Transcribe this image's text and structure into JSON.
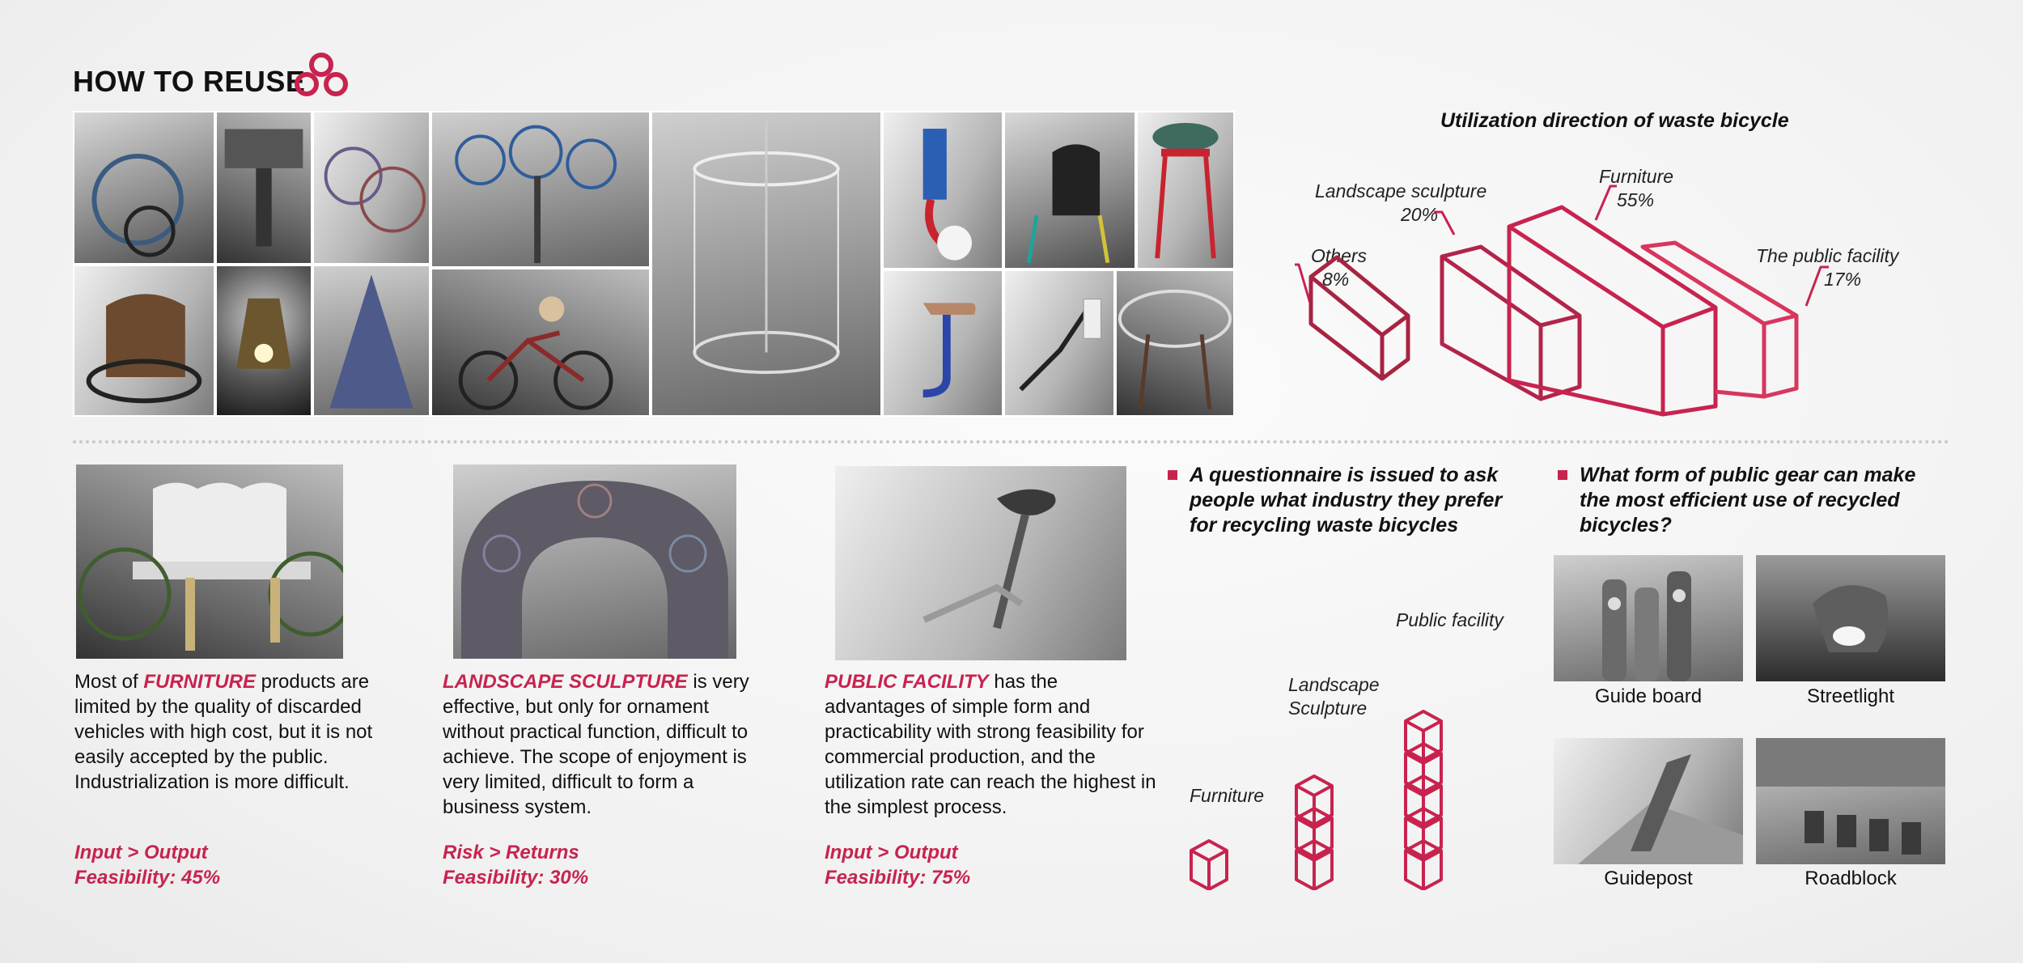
{
  "header": {
    "title": "HOW TO REUSE"
  },
  "chart": {
    "title": "Utilization direction of waste bicycle",
    "segments": [
      {
        "name": "Landscape sculpture",
        "value": "20%"
      },
      {
        "name": "Furniture",
        "value": "55%"
      },
      {
        "name": "Others",
        "value": "8%"
      },
      {
        "name": "The public facility",
        "value": "17%"
      }
    ]
  },
  "chart_data": {
    "type": "bar",
    "title": "Utilization direction of waste bicycle",
    "categories": [
      "Others",
      "Landscape sculpture",
      "Furniture",
      "The public facility"
    ],
    "values": [
      8,
      20,
      55,
      17
    ],
    "unit": "%"
  },
  "cards": [
    {
      "lead": "Most of ",
      "keyword": "FURNITURE",
      "text": " products are limited by the quality of discarded vehicles with high cost, but it is not easily accepted by the public. Industrialization is more difficult.",
      "metric1": "Input > Output",
      "metric2": "Feasibility: 45%"
    },
    {
      "lead": "",
      "keyword": "LANDSCAPE SCULPTURE",
      "text": " is very effective, but only for ornament without practical function, difficult to achieve. The scope of enjoyment is very limited, difficult to form a business system.",
      "metric1": "Risk > Returns",
      "metric2": "Feasibility: 30%"
    },
    {
      "lead": "",
      "keyword": "PUBLIC FACILITY",
      "text": " has the advantages of simple form and practicability with strong feasibility for commercial production, and the utilization rate can reach the highest in the simplest process.",
      "metric1": "Input > Output",
      "metric2": "Feasibility: 75%"
    }
  ],
  "questionnaire": {
    "question": "A questionnaire is issued to ask people what industry they prefer for recycling waste bicycles",
    "labels": {
      "furniture": "Furniture",
      "landscape_line1": "Landscape",
      "landscape_line2": "Sculpture",
      "public": "Public facility"
    }
  },
  "public_gear": {
    "question": "What form of public gear can make the most efficient use of recycled bicycles?",
    "items": [
      "Guide board",
      "Streetlight",
      "Guidepost",
      "Roadblock"
    ]
  },
  "colors": {
    "accent": "#c8234f",
    "stroke": "#c8234f"
  }
}
